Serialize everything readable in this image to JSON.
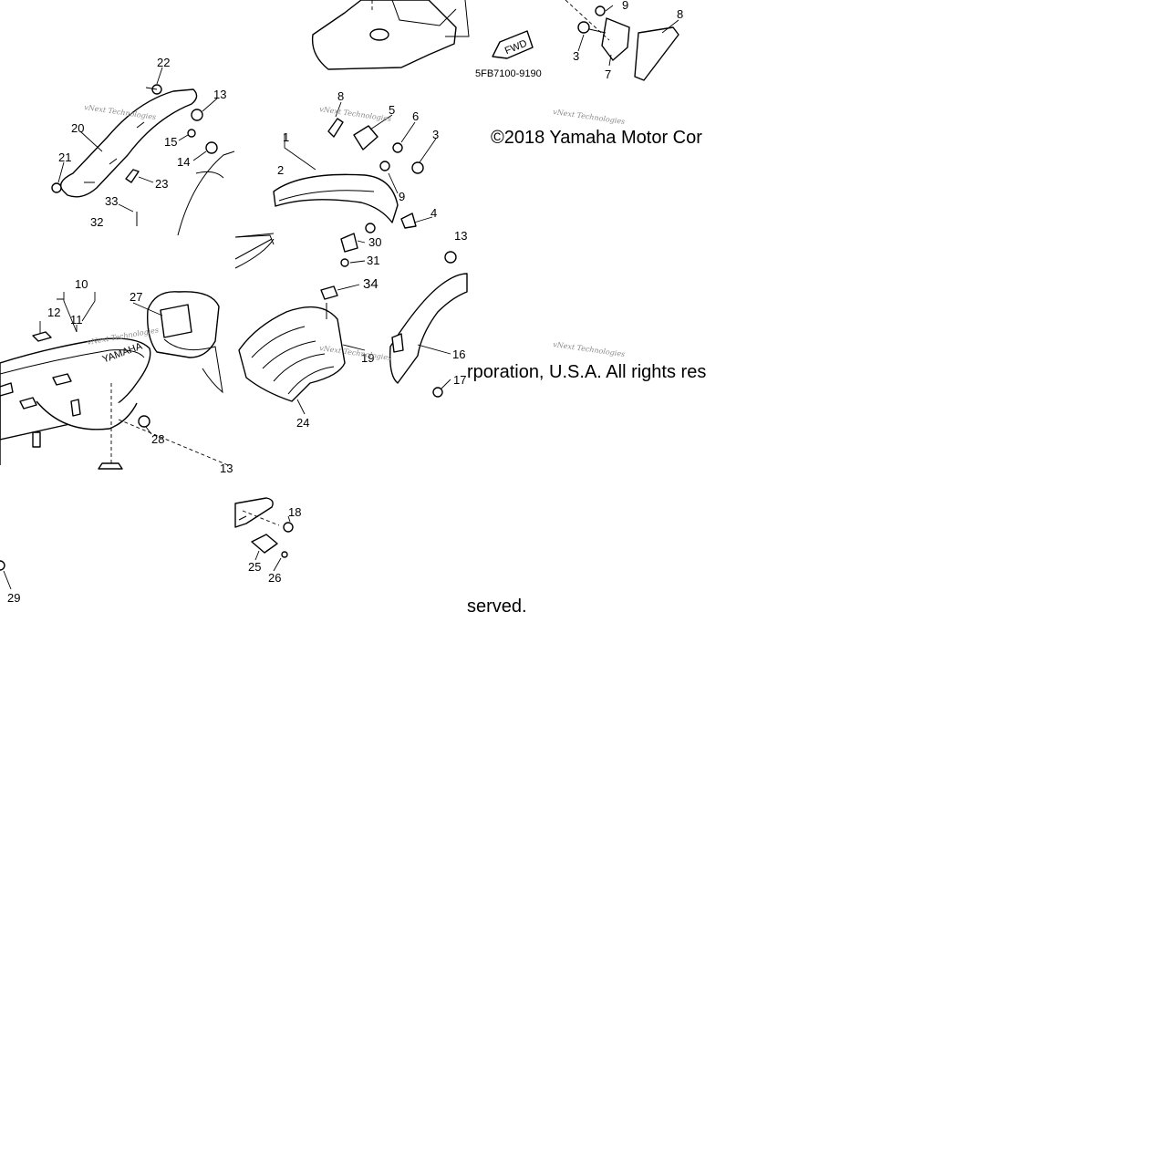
{
  "diagram_code": "5FB7100-9190",
  "fwd_label": "FWD",
  "brand_text": "YAMAHA",
  "watermark": "vNext Technologies",
  "copyright": {
    "line_part1": "©2018 Yamaha Motor Cor",
    "line_part2": "rporation, U.S.A. All rights res",
    "line_part3": "served."
  },
  "callouts": {
    "t1": [
      "9",
      "8",
      "3",
      "7"
    ],
    "t2": [
      "22",
      "13",
      "20",
      "15",
      "14",
      "21",
      "23",
      "33",
      "32"
    ],
    "t3": [
      "8",
      "5",
      "6",
      "1",
      "3",
      "2",
      "9",
      "4",
      "30",
      "31",
      "13"
    ],
    "t4": [
      "10",
      "12",
      "11",
      "27",
      "28",
      "13"
    ],
    "t5": [
      "34",
      "19",
      "24",
      "16",
      "17"
    ],
    "t6": [
      "29"
    ],
    "t7": [
      "18",
      "25",
      "26"
    ]
  }
}
